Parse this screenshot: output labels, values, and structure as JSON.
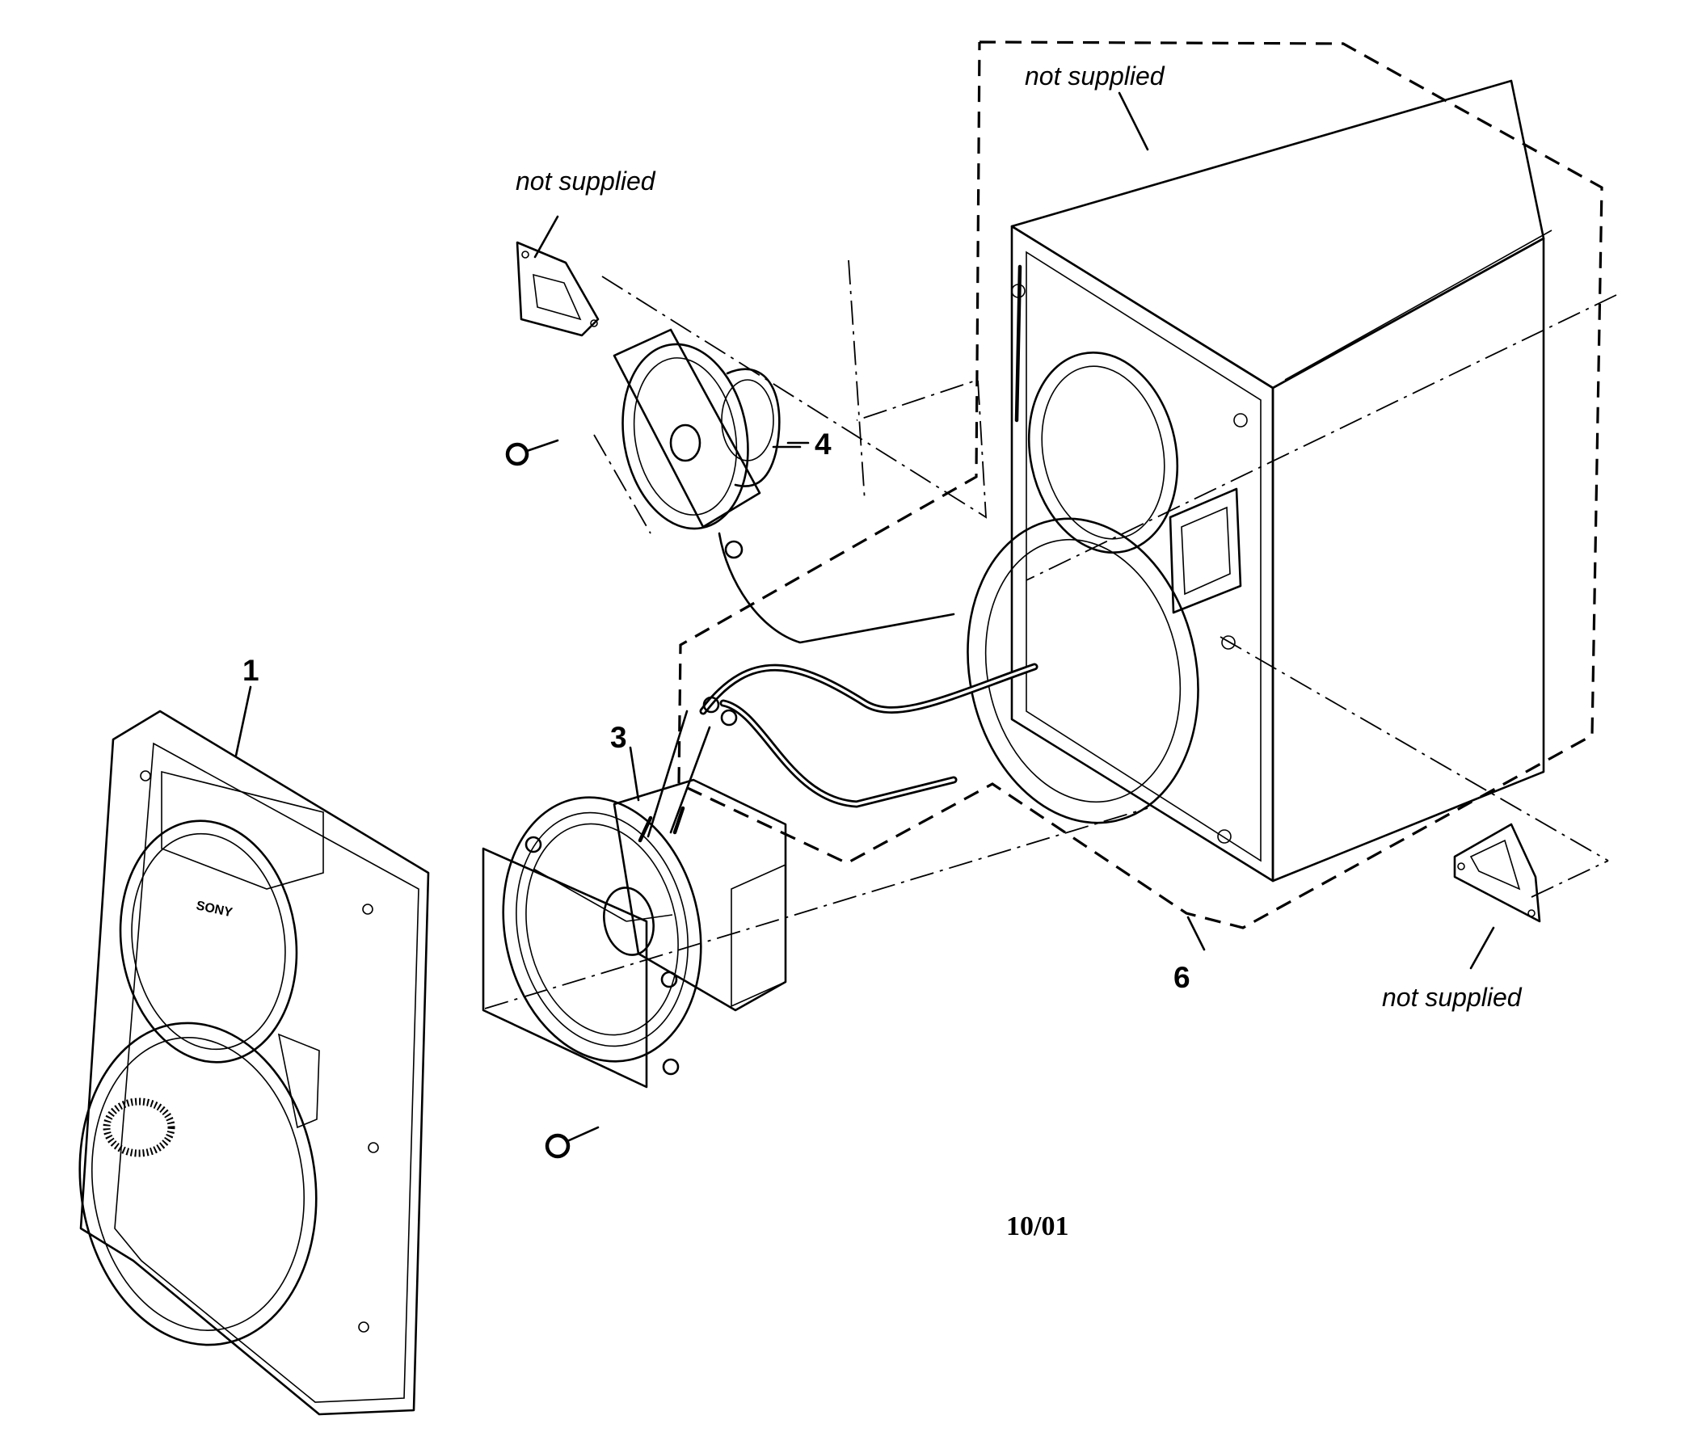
{
  "labels": {
    "part_1": "1",
    "part_3": "3",
    "part_4": "4",
    "part_6": "6",
    "not_supplied_top": "not supplied",
    "not_supplied_left": "not supplied",
    "not_supplied_right": "not supplied",
    "date": "10/01"
  }
}
